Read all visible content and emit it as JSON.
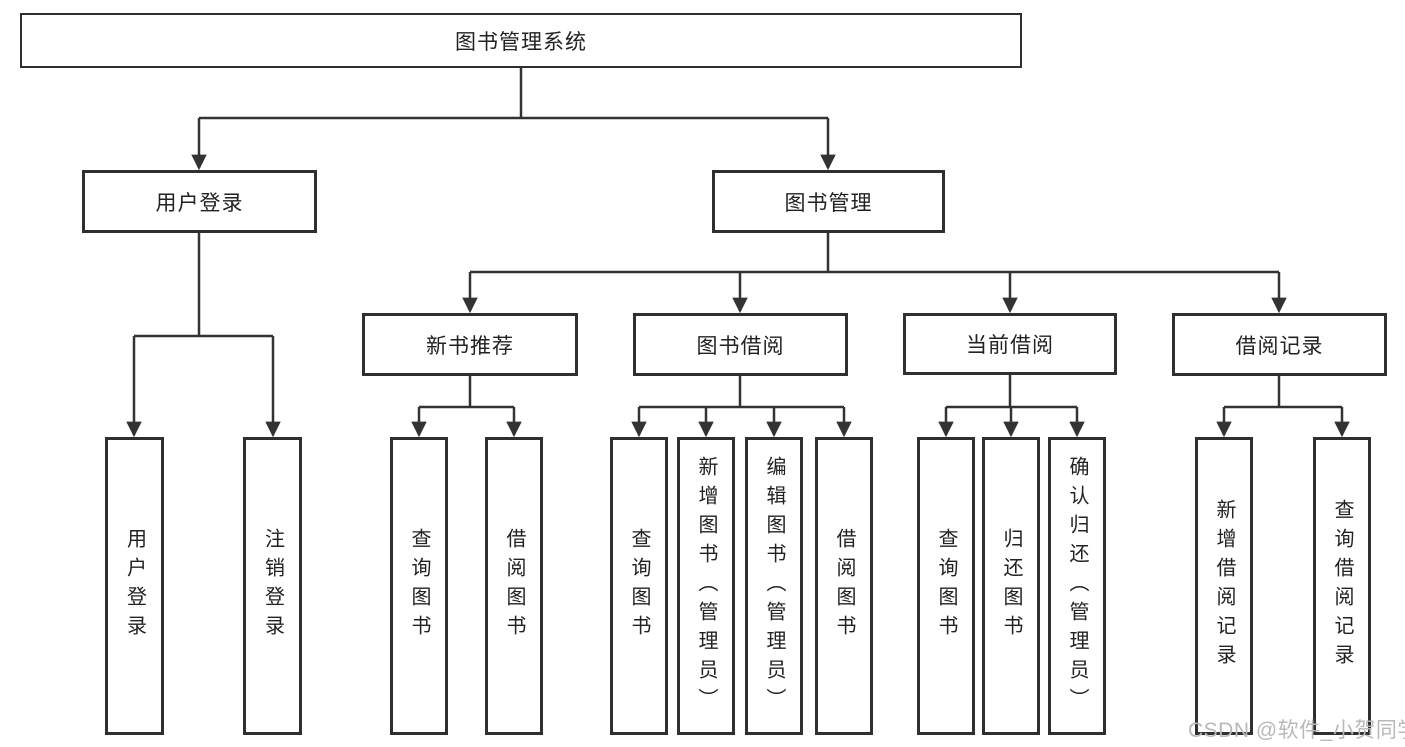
{
  "tree": {
    "root": {
      "label": "图书管理系统"
    },
    "branches": [
      {
        "label": "用户登录",
        "children": [
          {
            "label": "用户登录"
          },
          {
            "label": "注销登录"
          }
        ]
      },
      {
        "label": "图书管理",
        "children": [
          {
            "label": "新书推荐",
            "children": [
              {
                "label": "查询图书"
              },
              {
                "label": "借阅图书"
              }
            ]
          },
          {
            "label": "图书借阅",
            "children": [
              {
                "label": "查询图书"
              },
              {
                "label": "新增图书（管理员）"
              },
              {
                "label": "编辑图书（管理员）"
              },
              {
                "label": "借阅图书"
              }
            ]
          },
          {
            "label": "当前借阅",
            "children": [
              {
                "label": "查询图书"
              },
              {
                "label": "归还图书"
              },
              {
                "label": "确认归还（管理员）"
              }
            ]
          },
          {
            "label": "借阅记录",
            "children": [
              {
                "label": "新增借阅记录"
              },
              {
                "label": "查询借阅记录"
              }
            ]
          }
        ]
      }
    ]
  },
  "watermark": {
    "text": "CSDN @软件_小贺同学",
    "color": "#b9b9b9"
  },
  "colors": {
    "line": "#333333",
    "box_border": "#2f2f2f",
    "text": "#222222",
    "background": "#ffffff"
  }
}
